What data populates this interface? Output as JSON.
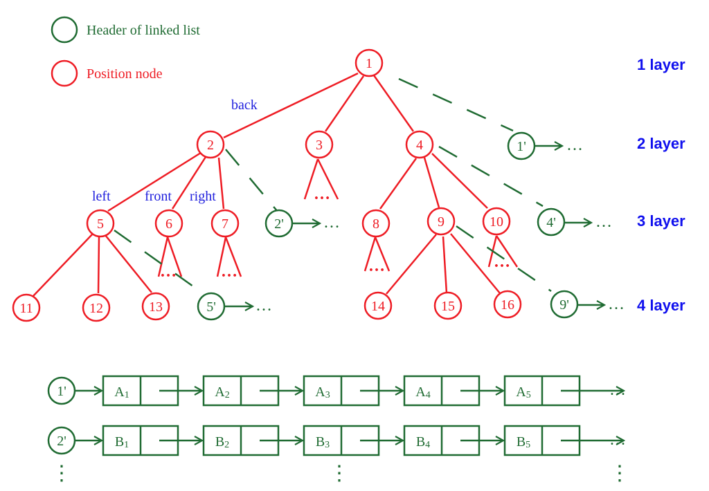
{
  "colors": {
    "header": "#1f6b32",
    "position": "#ee1c24",
    "label": "#2020dd",
    "layer": "#1010ee"
  },
  "legend": {
    "header_label": "Header of linked list",
    "position_label": "Position node"
  },
  "layers": [
    "1 layer",
    "2 layer",
    "3 layer",
    "4 layer"
  ],
  "edge_labels": {
    "back": "back",
    "left": "left",
    "front": "front",
    "right": "right"
  },
  "ellipsis": "…",
  "vdots": "⋮",
  "position_nodes": [
    "1",
    "2",
    "3",
    "4",
    "5",
    "6",
    "7",
    "8",
    "9",
    "10",
    "11",
    "12",
    "13",
    "14",
    "15",
    "16"
  ],
  "header_nodes": [
    "1'",
    "2'",
    "4'",
    "5'",
    "9'"
  ],
  "lists": [
    {
      "header": "1'",
      "items": [
        {
          "base": "A",
          "sub": "1"
        },
        {
          "base": "A",
          "sub": "2"
        },
        {
          "base": "A",
          "sub": "3"
        },
        {
          "base": "A",
          "sub": "4"
        },
        {
          "base": "A",
          "sub": "5"
        }
      ]
    },
    {
      "header": "2'",
      "items": [
        {
          "base": "B",
          "sub": "1"
        },
        {
          "base": "B",
          "sub": "2"
        },
        {
          "base": "B",
          "sub": "3"
        },
        {
          "base": "B",
          "sub": "4"
        },
        {
          "base": "B",
          "sub": "5"
        }
      ]
    }
  ]
}
